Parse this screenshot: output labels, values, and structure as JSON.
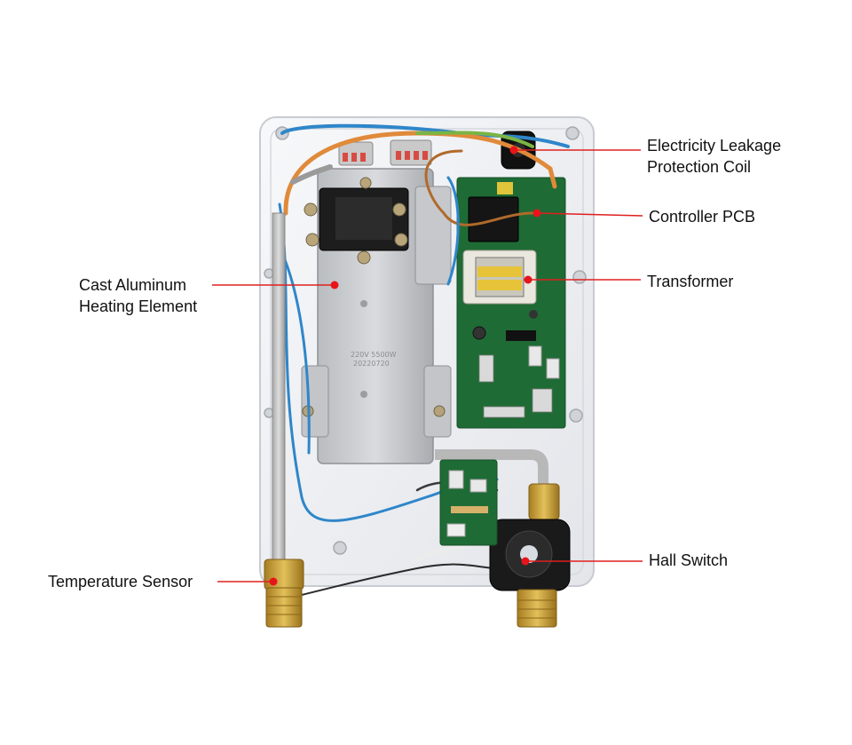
{
  "colors": {
    "leader_line": "#e02020",
    "marker": "#e8141a",
    "housing": "#f1f2f5",
    "pcb": "#1f6b35",
    "brass": "#c9a13a"
  },
  "labels": {
    "leakage_coil": {
      "line1": "Electricity Leakage",
      "line2": "Protection Coil"
    },
    "controller_pcb": {
      "line1": "Controller PCB"
    },
    "transformer": {
      "line1": "Transformer"
    },
    "heating_element": {
      "line1": "Cast Aluminum",
      "line2": "Heating Element"
    },
    "hall_switch": {
      "line1": "Hall Switch"
    },
    "temperature_sensor": {
      "line1": "Temperature Sensor"
    }
  }
}
